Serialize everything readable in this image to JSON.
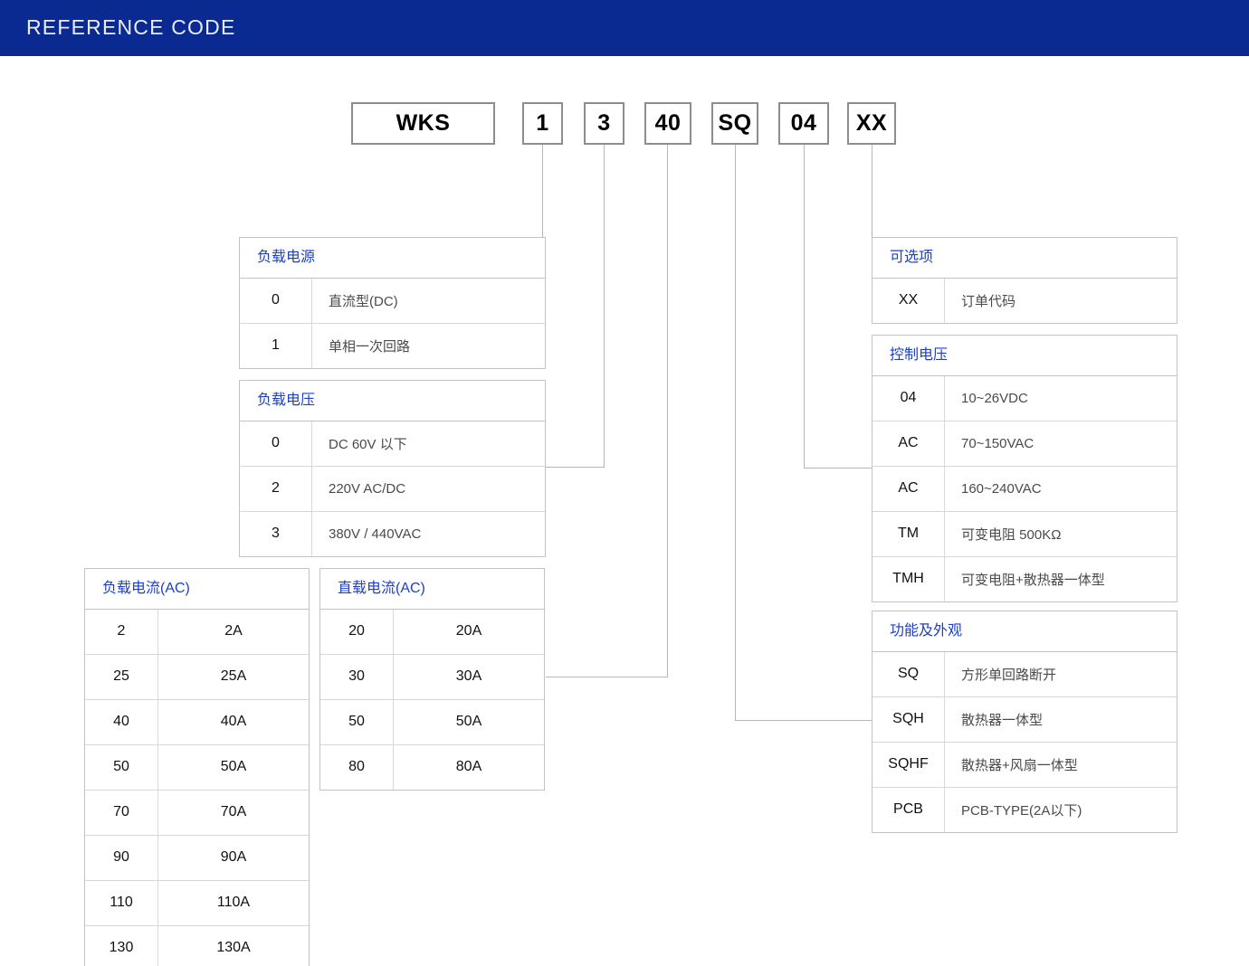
{
  "banner": {
    "title": "REFERENCE CODE"
  },
  "colors": {
    "banner_bg": "#0a2a92",
    "banner_text": "#e8ecf7",
    "table_header_text": "#1c3fc4",
    "border": "#c3c3c3",
    "connector": "#b6b6b6"
  },
  "code_boxes": [
    {
      "label": "WKS",
      "name": "code-box-series"
    },
    {
      "label": "1",
      "name": "code-box-load-power"
    },
    {
      "label": "3",
      "name": "code-box-load-voltage"
    },
    {
      "label": "40",
      "name": "code-box-load-current"
    },
    {
      "label": "SQ",
      "name": "code-box-function-appearance"
    },
    {
      "label": "04",
      "name": "code-box-control-voltage"
    },
    {
      "label": "XX",
      "name": "code-box-option"
    }
  ],
  "tables": {
    "load_power": {
      "title": "负载电源",
      "rows": [
        {
          "code": "0",
          "desc": "直流型(DC)"
        },
        {
          "code": "1",
          "desc": "单相一次回路"
        }
      ]
    },
    "load_voltage": {
      "title": "负载电压",
      "rows": [
        {
          "code": "0",
          "desc": "DC 60V 以下"
        },
        {
          "code": "2",
          "desc": "220V AC/DC"
        },
        {
          "code": "3",
          "desc": "380V / 440VAC"
        }
      ]
    },
    "load_current_ac": {
      "title": "负载电流(AC)",
      "rows": [
        {
          "code": "2",
          "desc": "2A"
        },
        {
          "code": "25",
          "desc": "25A"
        },
        {
          "code": "40",
          "desc": "40A"
        },
        {
          "code": "50",
          "desc": "50A"
        },
        {
          "code": "70",
          "desc": "70A"
        },
        {
          "code": "90",
          "desc": "90A"
        },
        {
          "code": "110",
          "desc": "110A"
        },
        {
          "code": "130",
          "desc": "130A"
        }
      ]
    },
    "direct_current_ac": {
      "title": "直载电流(AC)",
      "rows": [
        {
          "code": "20",
          "desc": "20A"
        },
        {
          "code": "30",
          "desc": "30A"
        },
        {
          "code": "50",
          "desc": "50A"
        },
        {
          "code": "80",
          "desc": "80A"
        }
      ]
    },
    "option": {
      "title": "可选项",
      "rows": [
        {
          "code": "XX",
          "desc": "订单代码"
        }
      ]
    },
    "control_voltage": {
      "title": "控制电压",
      "rows": [
        {
          "code": "04",
          "desc": "10~26VDC"
        },
        {
          "code": "AC",
          "desc": "70~150VAC"
        },
        {
          "code": "AC",
          "desc": "160~240VAC"
        },
        {
          "code": "TM",
          "desc": "可变电阻 500KΩ"
        },
        {
          "code": "TMH",
          "desc": "可变电阻+散热器一体型"
        }
      ]
    },
    "function_appearance": {
      "title": "功能及外观",
      "rows": [
        {
          "code": "SQ",
          "desc": "方形单回路断开"
        },
        {
          "code": "SQH",
          "desc": "散热器一体型"
        },
        {
          "code": "SQHF",
          "desc": "散热器+风扇一体型"
        },
        {
          "code": "PCB",
          "desc": "PCB-TYPE(2A以下)"
        }
      ]
    }
  }
}
